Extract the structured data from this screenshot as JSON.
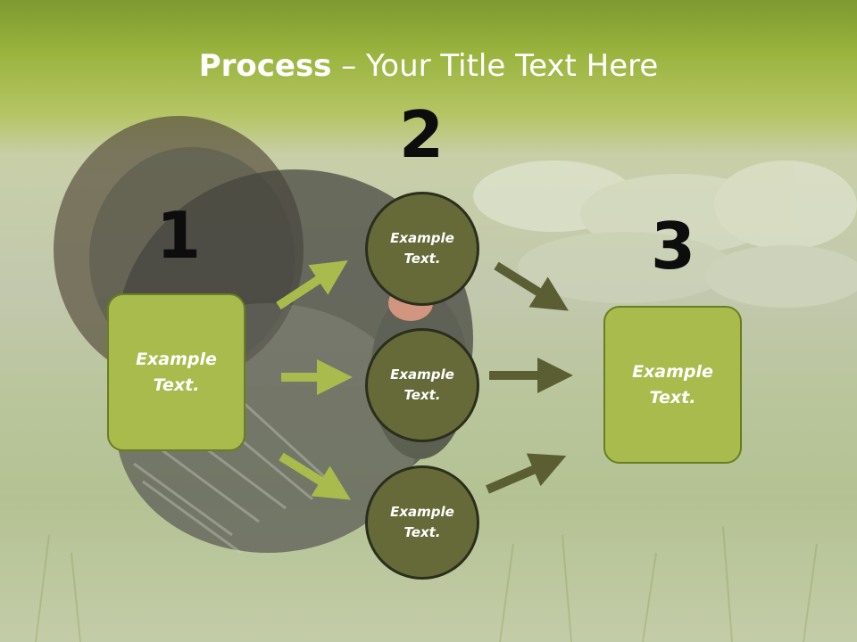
{
  "title": {
    "bold": "Process",
    "rest": " – Your Title Text Here"
  },
  "steps": {
    "n1": "1",
    "n2": "2",
    "n3": "3"
  },
  "boxes": {
    "left": "Example Text.",
    "right": "Example Text."
  },
  "circles": {
    "top": "Example Text.",
    "middle": "Example Text.",
    "bottom": "Example Text."
  },
  "colors": {
    "accent_light": "#a9bb4c",
    "accent_dark": "#656a38",
    "header": "#8aa634"
  }
}
